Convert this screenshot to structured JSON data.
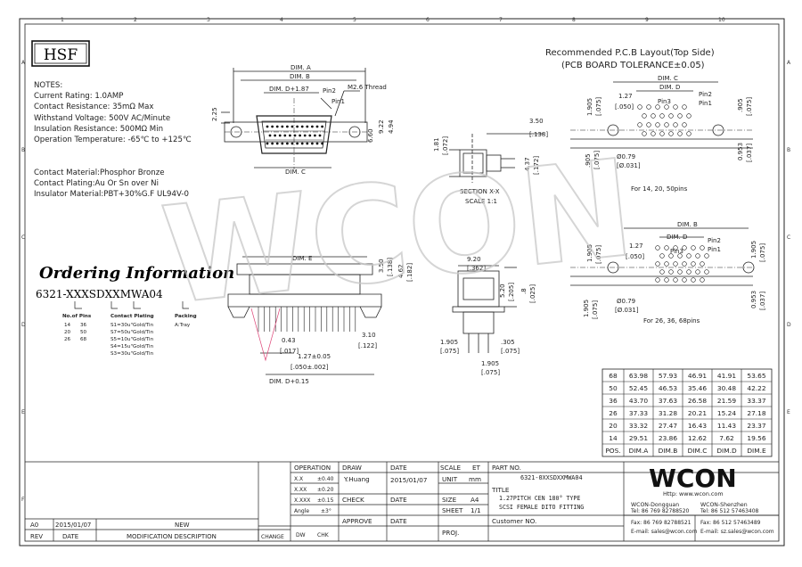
{
  "border": {
    "top_ticks": [
      "1",
      "2",
      "3",
      "4",
      "5",
      "6",
      "7",
      "8",
      "9",
      "10"
    ],
    "side_ticks": [
      "A",
      "B",
      "C",
      "D",
      "E",
      "F"
    ]
  },
  "logo": "HSF",
  "notes": {
    "title": "NOTES:",
    "lines": [
      "Current Rating: 1.0AMP",
      "Contact Resistance: 35mΩ Max",
      "Withstand Voltage: 500V AC/Minute",
      "Insulation Resistance: 500MΩ Min",
      "Operation Temperature: -65℃ to +125℃",
      "",
      "Contact Material:Phosphor Bronze",
      "Contact Plating:Au Or Sn over Ni",
      "Insulator Material:PBT+30%G.F UL94V-0"
    ]
  },
  "ordering": {
    "title": "Ordering Information",
    "code": "6321-XXXSDXXMWA04",
    "pins_header": "No.of Pins",
    "pins": [
      [
        "14",
        "36"
      ],
      [
        "20",
        "50"
      ],
      [
        "26",
        "68"
      ]
    ],
    "plating_header": "Contact Plating",
    "plating": [
      "S1=30u\"Gold/Tin",
      "S7=50u\"Gold/Tin",
      "S5=10u\"Gold/Tin",
      "S4=15u\"Gold/Tin",
      "S3=30u\"Gold/Tin"
    ],
    "packing_header": "Packing",
    "packing": [
      "A:Tray"
    ]
  },
  "front_view": {
    "dim_a": "DIM. A",
    "dim_b": "DIM. B",
    "dim_d": "DIM. D+1.87",
    "pin2": "Pin2",
    "pin1": "Pin1",
    "thread": "M2.6 Thread",
    "h1": "2.25",
    "h2": "6.60",
    "h3": "9.22",
    "h4": "4.94",
    "dim_c": "DIM. C"
  },
  "section": {
    "dim1": "3.50",
    "dim1b": "[.138]",
    "dim2": "1.81",
    "dim2b": "[.072]",
    "dim3": "4.37",
    "dim3b": "[.172]",
    "label": "SECTION X-X",
    "scale": "SCALE 1:1"
  },
  "bottom_view": {
    "dim_e": "DIM. E",
    "d1": "3.50",
    "d1b": "[.138]",
    "d2": "4.62",
    "d2b": "[.182]",
    "d3": "0.43",
    "d3b": "[.017]",
    "d4": "3.10",
    "d4b": "[.122]",
    "d5": "1.27±0.05",
    "d5b": "[.050±.002]",
    "dim_d": "DIM. D+0.15"
  },
  "side_view": {
    "top": "9.20",
    "top_b": "[.362]",
    "r1": "5.20",
    "r1b": "[.205]",
    "r2": ".8",
    "r2b": "[.025]",
    "b1": "1.905",
    "b1b": "[.075]",
    "b2": ".305",
    "b2b": "[.075]",
    "b3": "1.905",
    "b3b": "[.075]"
  },
  "pcb_layout": {
    "title1": "Recommended P.C.B Layout(Top Side)",
    "title2": "(PCB BOARD TOLERANCE±0.05)",
    "top": {
      "dim_c": "DIM. C",
      "dim_d": "DIM. D",
      "pin3": "Pin3",
      "pin2": "Pin2",
      "pin1": "Pin1",
      "pitch": "1.27",
      "pitch_b": "[.050]",
      "left": "1.905",
      "left_b": "[.075]",
      "right": ".905",
      "right_b": "[.075]",
      "left2": ".905",
      "left2_b": "[.075]",
      "hole": "Ø0.79",
      "hole_b": "[Ø.031]",
      "bottom": "0.953",
      "bottom_b": "[.037]",
      "caption": "For 14, 20, 50pins"
    },
    "bottom": {
      "dim_b": "DIM. B",
      "dim_d": "DIM. D",
      "pin3": "Pin3",
      "pin2": "Pin2",
      "pin1": "Pin1",
      "pitch": "1.27",
      "pitch_b": "[.050]",
      "left": "1.905",
      "left_b": "[.075]",
      "right": "1.905",
      "right_b": "[.075]",
      "left2": "1.905",
      "left2_b": "[.075]",
      "hole": "Ø0.79",
      "hole_b": "[Ø.031]",
      "bottom": "0.953",
      "bottom_b": "[.037]",
      "caption": "For 26, 36, 68pins"
    }
  },
  "dim_table": {
    "header": [
      "POS.",
      "DIM.A",
      "DIM.B",
      "DIM.C",
      "DIM.D",
      "DIM.E"
    ],
    "rows": [
      [
        "68",
        "63.98",
        "57.93",
        "46.91",
        "41.91",
        "53.65"
      ],
      [
        "50",
        "52.45",
        "46.53",
        "35.46",
        "30.48",
        "42.22"
      ],
      [
        "36",
        "43.70",
        "37.63",
        "26.58",
        "21.59",
        "33.37"
      ],
      [
        "26",
        "37.33",
        "31.28",
        "20.21",
        "15.24",
        "27.18"
      ],
      [
        "20",
        "33.32",
        "27.47",
        "16.43",
        "11.43",
        "23.37"
      ],
      [
        "14",
        "29.51",
        "23.86",
        "12.62",
        "7.62",
        "19.56"
      ]
    ]
  },
  "title_block": {
    "operation": "OPERATION",
    "draw": "DRAW",
    "date": "DATE",
    "scale_l": "SCALE",
    "scale_v": "ET",
    "part_no": "PART NO.",
    "part_v": "6321-0XXSDXXMWA04",
    "tol1": "X.X",
    "tol1v": "±0.40",
    "tol2": "X.XX",
    "tol2v": "±0.20",
    "tol3": "X.XXX",
    "tol3v": "±0.15",
    "tol4": "Angle",
    "tol4v": "±3°",
    "drawer": "Y.Huang",
    "draw_date": "2015/01/07",
    "check": "CHECK",
    "date2": "DATE",
    "approve": "APPROVE",
    "date3": "DATE",
    "unit_l": "UNIT",
    "unit_v": "mm",
    "size_l": "SIZE",
    "size_v": "A4",
    "sheet_l": "SHEET",
    "sheet_v": "1/1",
    "proj": "PROJ.",
    "title_l": "TITLE",
    "title_1": "1.27PITCH CEN 180° TYPE",
    "title_2": "SCSI FEMALE DITO FITTING",
    "customer": "Customer NO.",
    "company": "WCON",
    "web": "Http: www.wcon.com",
    "office1": "WCON-Dongguan",
    "office1_tel": "Tel: 86 769 82788520",
    "office1_fax": "Fax: 86 769 82788521",
    "office1_mail": "E-mail: sales@wcon.com",
    "office2": "WCON-Shenzhen",
    "office2_tel": "Tel: 86 512 57463408",
    "office2_fax": "Fax: 86 512 57463489",
    "office2_mail": "E-mail: sz.sales@wcon.com"
  },
  "revision": {
    "rev": "A0",
    "date": "2015/01/07",
    "desc": "NEW",
    "h_rev": "REV",
    "h_date": "DATE",
    "h_desc": "MODIFICATION  DESCRIPTION",
    "h_change": "CHANGE",
    "h_dw": "DW",
    "h_chk": "CHK"
  },
  "watermark": "WCON"
}
